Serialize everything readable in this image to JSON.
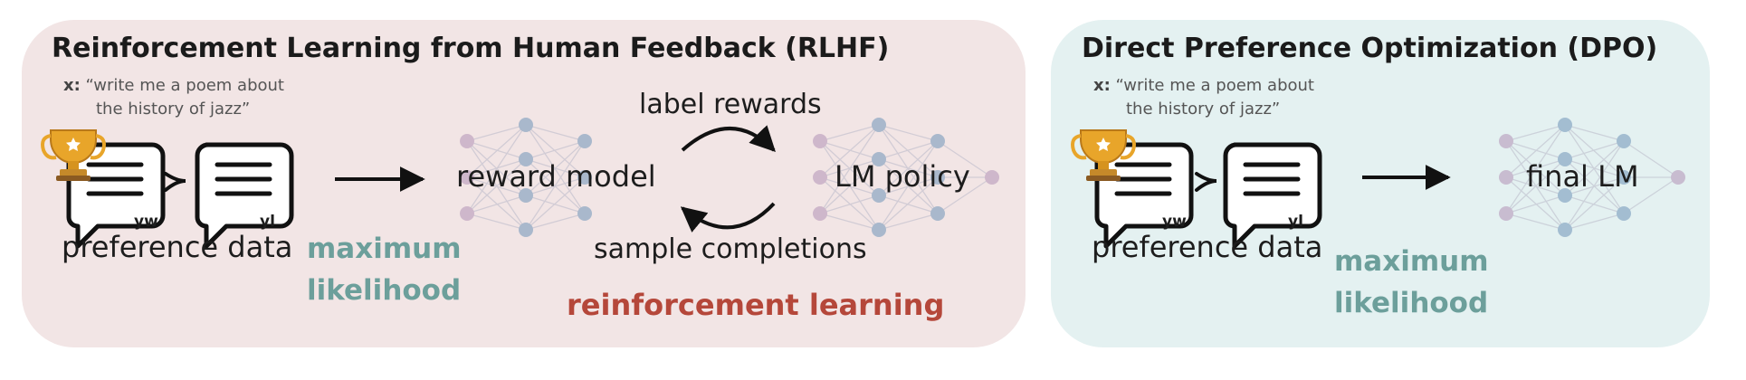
{
  "rlhf": {
    "title": "Reinforcement Learning from Human Feedback (RLHF)",
    "prompt_label": "x:",
    "prompt_line1": "“write me a poem about",
    "prompt_line2": "the history of jazz”",
    "winner_subscript": "yw",
    "loser_subscript": "yl",
    "preference_data": "preference data",
    "maximum_likelihood_1": "maximum",
    "maximum_likelihood_2": "likelihood",
    "reward_model": "reward model",
    "label_rewards": "label rewards",
    "lm_policy": "LM policy",
    "sample_completions": "sample completions",
    "reinforcement_learning": "reinforcement learning"
  },
  "dpo": {
    "title": "Direct Preference Optimization (DPO)",
    "prompt_label": "x:",
    "prompt_line1": "“write me a poem about",
    "prompt_line2": "the history of jazz”",
    "winner_subscript": "yw",
    "loser_subscript": "yl",
    "preference_data": "preference data",
    "maximum_likelihood_1": "maximum",
    "maximum_likelihood_2": "likelihood",
    "final_lm": "final LM"
  },
  "colors": {
    "rlhf_panel": "#f2e5e5",
    "dpo_panel": "#e4f1f1",
    "teal_text": "#6c9f9b",
    "red_text": "#b5473a",
    "node_blue": "#6f94b8",
    "node_purple": "#b292b6",
    "trophy": "#e8a52a"
  }
}
